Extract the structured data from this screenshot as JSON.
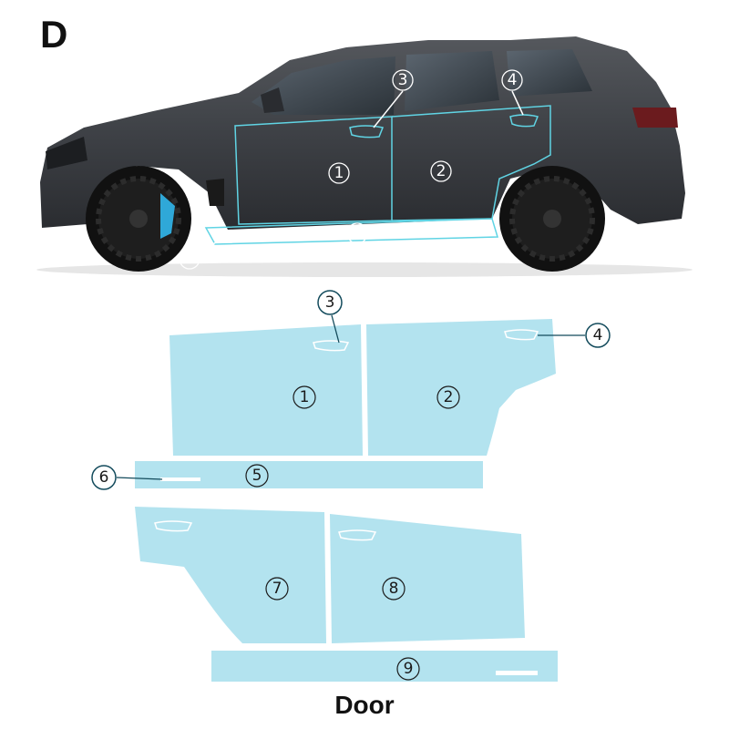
{
  "header": {
    "section_letter": "D"
  },
  "caption": "Door",
  "car_callouts": {
    "n1": "1",
    "n2": "2",
    "n3": "3",
    "n4": "4",
    "n5": "5",
    "n6": "6"
  },
  "film_callouts": {
    "n1": "1",
    "n2": "2",
    "n3": "3",
    "n4": "4",
    "n5": "5",
    "n6": "6",
    "n7": "7",
    "n8": "8",
    "n9": "9"
  },
  "colors": {
    "film": "#b3e3ef",
    "outline": "#60d4e4",
    "callout": "#134b5c",
    "car_body": "#3e4146"
  }
}
